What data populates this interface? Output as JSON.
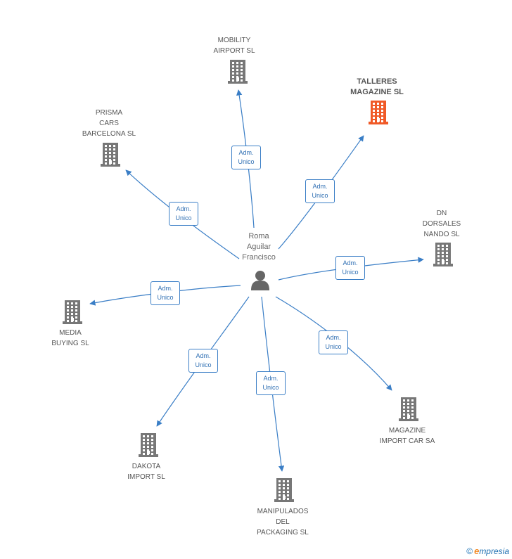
{
  "colors": {
    "edge": "#3a7ec6",
    "building": "#777777",
    "highlight_building": "#f05a28",
    "person": "#666666"
  },
  "center": {
    "name": "Roma\nAguilar\nFrancisco",
    "icon": "person-icon"
  },
  "relations": [
    {
      "company": "MOBILITY\nAIRPORT SL",
      "role": "Adm.\nUnico",
      "highlight": false
    },
    {
      "company": "TALLERES\nMAGAZINE SL",
      "role": "Adm.\nUnico",
      "highlight": true
    },
    {
      "company": "PRISMA\nCARS\nBARCELONA SL",
      "role": "Adm.\nUnico",
      "highlight": false
    },
    {
      "company": "DN\nDORSALES\nNANDO SL",
      "role": "Adm.\nUnico",
      "highlight": false
    },
    {
      "company": "MEDIA\nBUYING SL",
      "role": "Adm.\nUnico",
      "highlight": false
    },
    {
      "company": "MAGAZINE\nIMPORT CAR SA",
      "role": "Adm.\nUnico",
      "highlight": false
    },
    {
      "company": "DAKOTA\nIMPORT  SL",
      "role": "Adm.\nUnico",
      "highlight": false
    },
    {
      "company": "MANIPULADOS\nDEL\nPACKAGING SL",
      "role": "Adm.\nUnico",
      "highlight": false
    }
  ],
  "footer": {
    "copyright": "©",
    "brand_initial": "e",
    "brand_rest": "mpresia"
  }
}
